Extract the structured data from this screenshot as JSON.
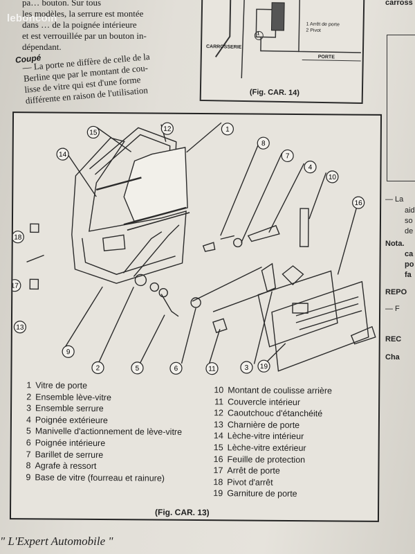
{
  "watermark": "leboncoin",
  "top_paragraph": [
    "pa… bouton. Sur tous",
    "les modèles, la serrure est montée",
    "dans … de la poignée intérieure",
    "et est verrouillée par un bouton in-",
    "dépendant."
  ],
  "coupe": {
    "title": "Coupé",
    "lines": [
      "— La porte ne diffère de celle de la",
      "Berline que par le montant de cou-",
      "lisse de vitre qui est d'une forme",
      "différente en raison de l'utilisation"
    ]
  },
  "fig14": {
    "caption": "(Fig. CAR. 14)",
    "legend": [
      "1 Arrêt de porte",
      "2 Pivot"
    ],
    "label_body": "CARROSSERIE",
    "label_door": "PORTE",
    "callout": "1"
  },
  "right_strip": {
    "top": "carross",
    "items": [
      "— La",
      "aid",
      "so",
      "de"
    ],
    "nota": "Nota.",
    "nota_lines": [
      "ca",
      "po",
      "fa"
    ],
    "repo1": "REPO",
    "dash": "— F",
    "rec": "REC",
    "cha": "Cha"
  },
  "fig13": {
    "caption": "(Fig. CAR. 13)",
    "callouts": [
      "1",
      "2",
      "3",
      "4",
      "5",
      "6",
      "7",
      "8",
      "9",
      "10",
      "11",
      "12",
      "13",
      "14",
      "15",
      "16",
      "17",
      "18",
      "19"
    ],
    "legend_left": [
      {
        "n": "1",
        "t": "Vitre de porte"
      },
      {
        "n": "2",
        "t": "Ensemble lève-vitre"
      },
      {
        "n": "3",
        "t": "Ensemble serrure"
      },
      {
        "n": "4",
        "t": "Poignée extérieure"
      },
      {
        "n": "5",
        "t": "Manivelle d'actionnement de lève-vitre"
      },
      {
        "n": "6",
        "t": "Poignée intérieure"
      },
      {
        "n": "7",
        "t": "Barillet de serrure"
      },
      {
        "n": "8",
        "t": "Agrafe à ressort"
      },
      {
        "n": "9",
        "t": "Base de vitre (fourreau et rainure)"
      }
    ],
    "legend_right": [
      {
        "n": "10",
        "t": "Montant de coulisse arrière"
      },
      {
        "n": "11",
        "t": "Couvercle intérieur"
      },
      {
        "n": "12",
        "t": "Caoutchouc d'étanchéité"
      },
      {
        "n": "13",
        "t": "Charnière de porte"
      },
      {
        "n": "14",
        "t": "Lèche-vitre intérieur"
      },
      {
        "n": "15",
        "t": "Lèche-vitre extérieur"
      },
      {
        "n": "16",
        "t": "Feuille de protection"
      },
      {
        "n": "17",
        "t": "Arrêt de porte"
      },
      {
        "n": "18",
        "t": "Pivot d'arrêt"
      },
      {
        "n": "19",
        "t": "Garniture de porte"
      }
    ]
  },
  "footer": "\" L'Expert Automobile \""
}
